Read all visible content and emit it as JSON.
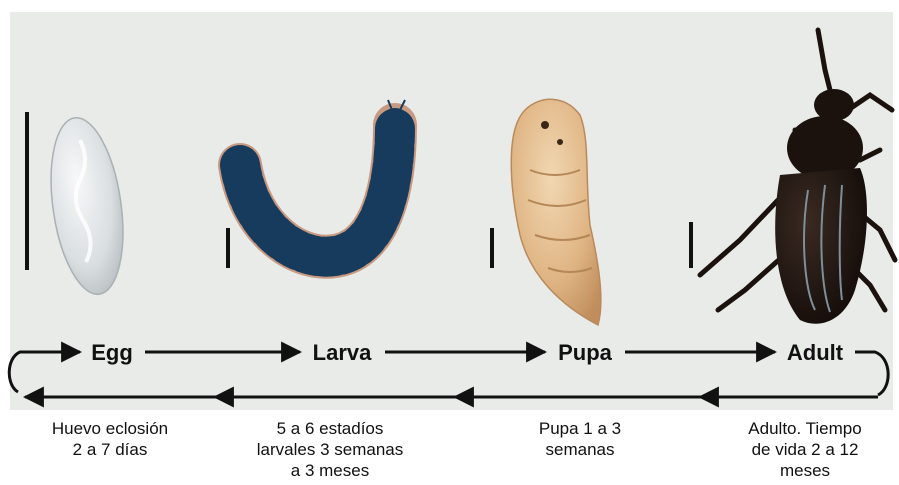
{
  "colors": {
    "background": "#e9ebe9",
    "arrow": "#111111",
    "egg": "#dde2e4",
    "larva_dark": "#173b5c",
    "larva_band": "#c99a82",
    "pupa": "#e2b98c",
    "adult": "#1b120d",
    "scale_bar": "#111111"
  },
  "stages": [
    {
      "label": "Egg",
      "icon": "egg-icon"
    },
    {
      "label": "Larva",
      "icon": "larva-icon"
    },
    {
      "label": "Pupa",
      "icon": "pupa-icon"
    },
    {
      "label": "Adult",
      "icon": "adult-beetle-icon"
    }
  ],
  "captions": [
    {
      "lines": [
        "Huevo eclosión",
        "2 a 7 días"
      ]
    },
    {
      "lines": [
        "5 a 6 estadíos",
        "larvales 3 semanas",
        "a 3 meses"
      ]
    },
    {
      "lines": [
        "Pupa 1 a 3",
        "semanas"
      ]
    },
    {
      "lines": [
        "Adulto. Tiempo",
        "de vida 2 a 12",
        "meses"
      ]
    }
  ]
}
